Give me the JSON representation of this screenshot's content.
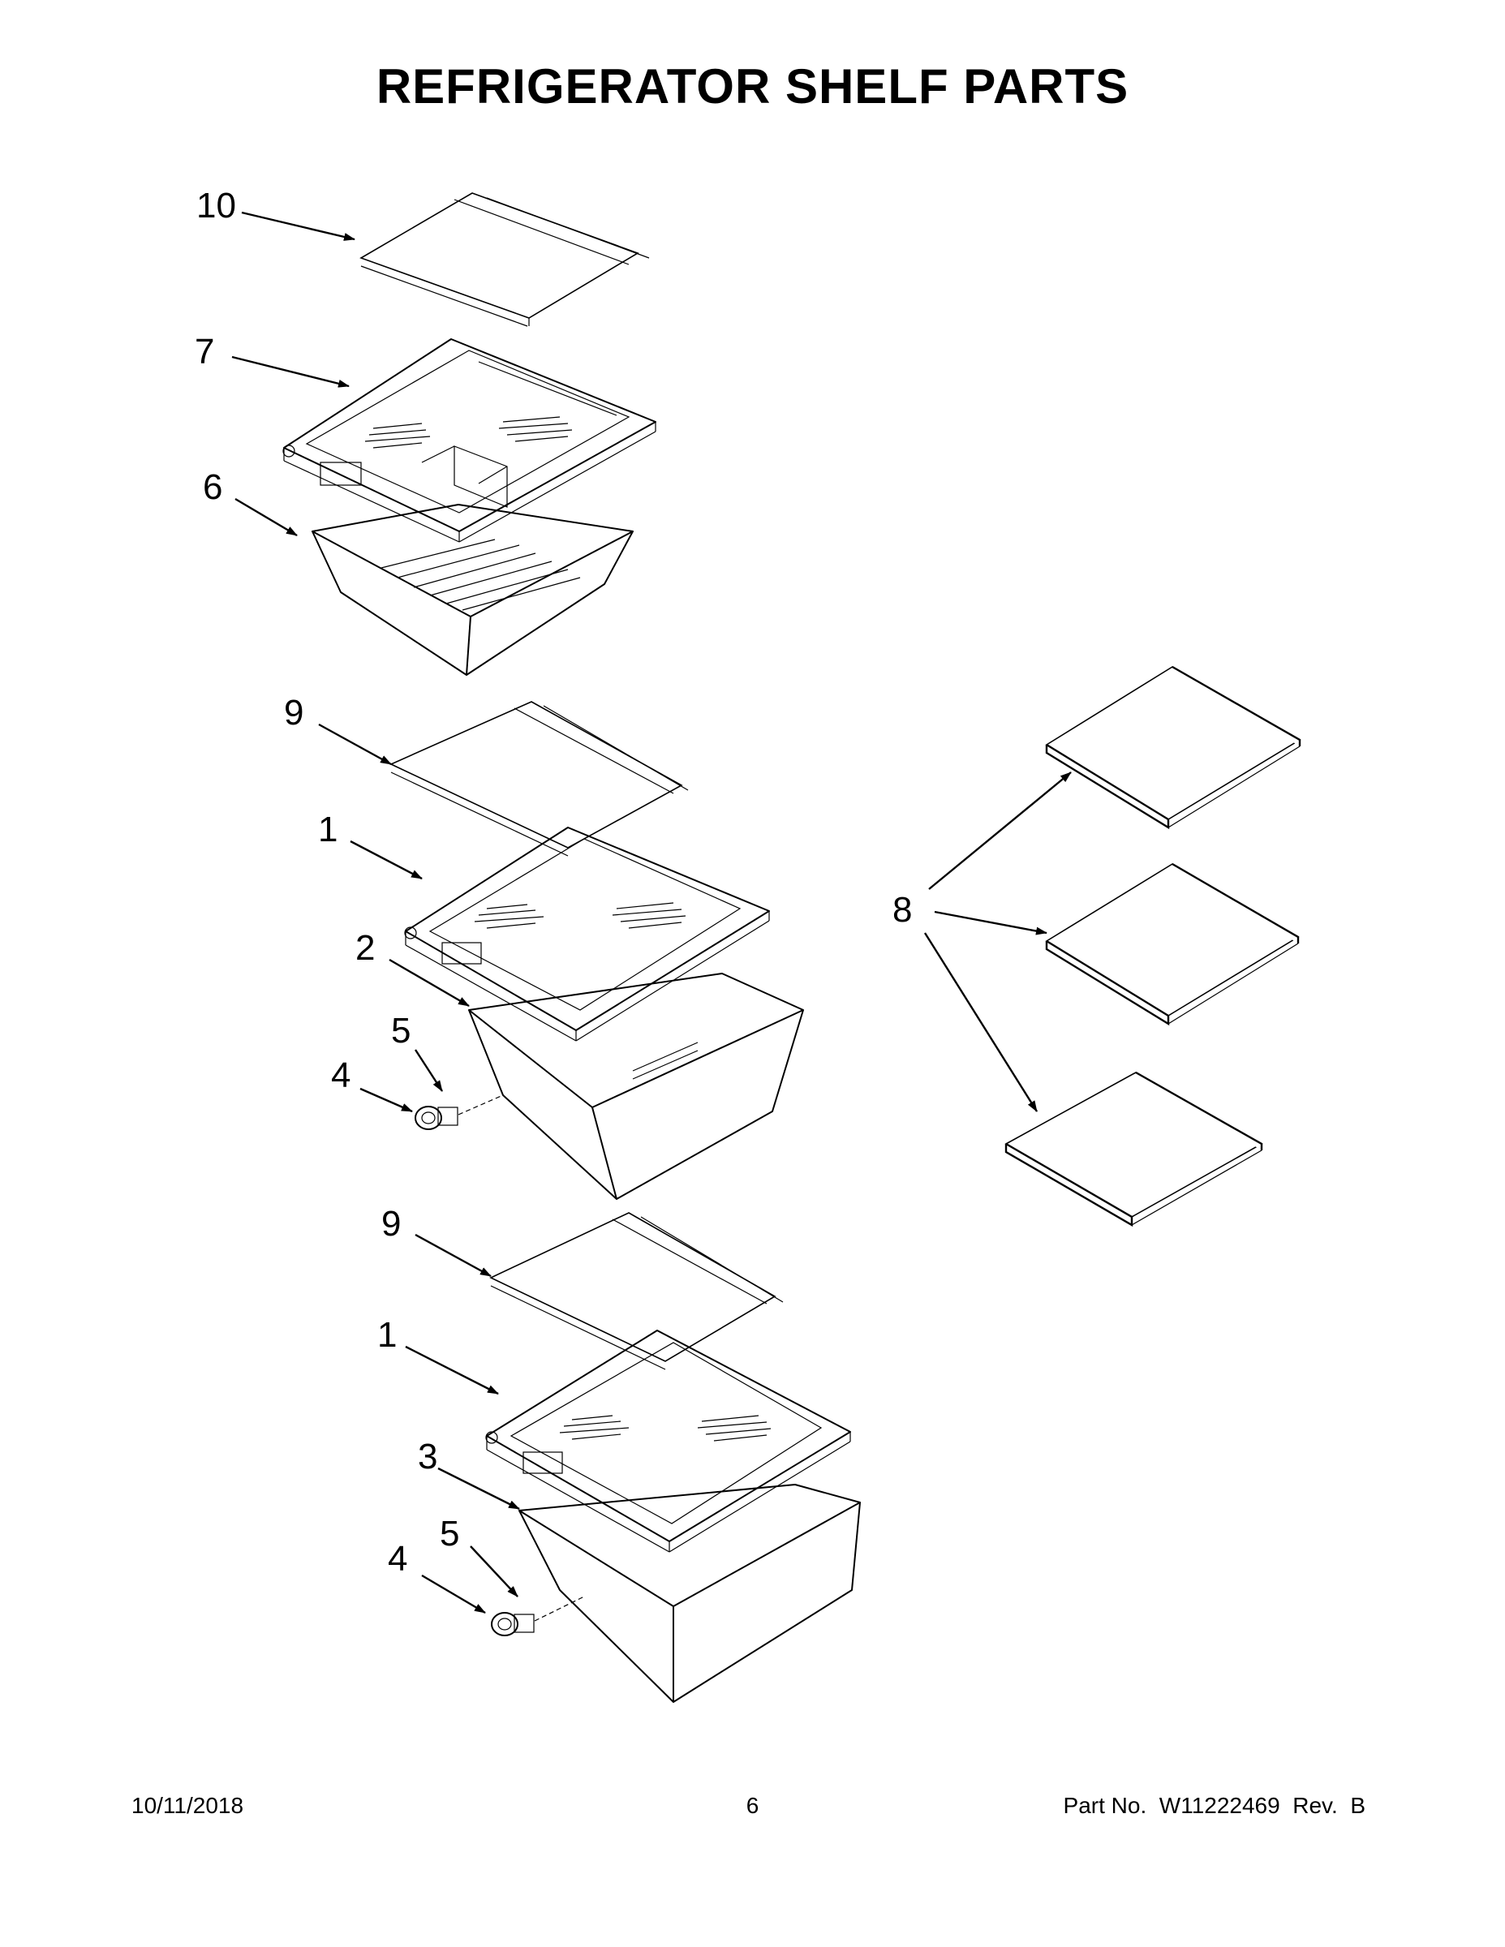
{
  "page_title": "REFRIGERATOR SHELF PARTS",
  "callouts": [
    {
      "id": "c10",
      "label": "10"
    },
    {
      "id": "c7",
      "label": "7"
    },
    {
      "id": "c6",
      "label": "6"
    },
    {
      "id": "c9a",
      "label": "9"
    },
    {
      "id": "c1a",
      "label": "1"
    },
    {
      "id": "c2",
      "label": "2"
    },
    {
      "id": "c5a",
      "label": "5"
    },
    {
      "id": "c4a",
      "label": "4"
    },
    {
      "id": "c9b",
      "label": "9"
    },
    {
      "id": "c1b",
      "label": "1"
    },
    {
      "id": "c3",
      "label": "3"
    },
    {
      "id": "c5b",
      "label": "5"
    },
    {
      "id": "c4b",
      "label": "4"
    },
    {
      "id": "c8",
      "label": "8"
    }
  ],
  "footer": {
    "date": "10/11/2018",
    "page_number": "6",
    "part_number": "Part No.  W11222469  Rev.  B"
  }
}
